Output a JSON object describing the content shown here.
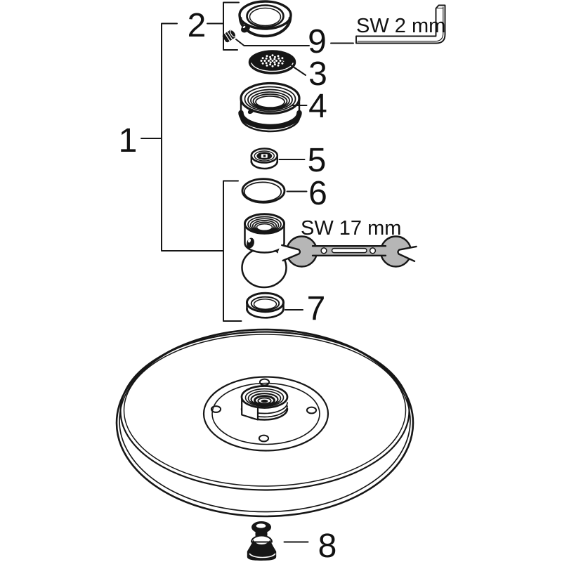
{
  "diagram": {
    "callouts": [
      {
        "label": "1"
      },
      {
        "label": "2"
      },
      {
        "label": "3"
      },
      {
        "label": "4"
      },
      {
        "label": "5"
      },
      {
        "label": "6"
      },
      {
        "label": "7"
      },
      {
        "label": "8"
      },
      {
        "label": "9"
      }
    ],
    "tools": [
      {
        "label": "SW 2 mm"
      },
      {
        "label": "SW 17 mm"
      }
    ],
    "colors": {
      "line": "#161616",
      "tool_fill": "#b6b6b6",
      "background": "#ffffff"
    }
  }
}
